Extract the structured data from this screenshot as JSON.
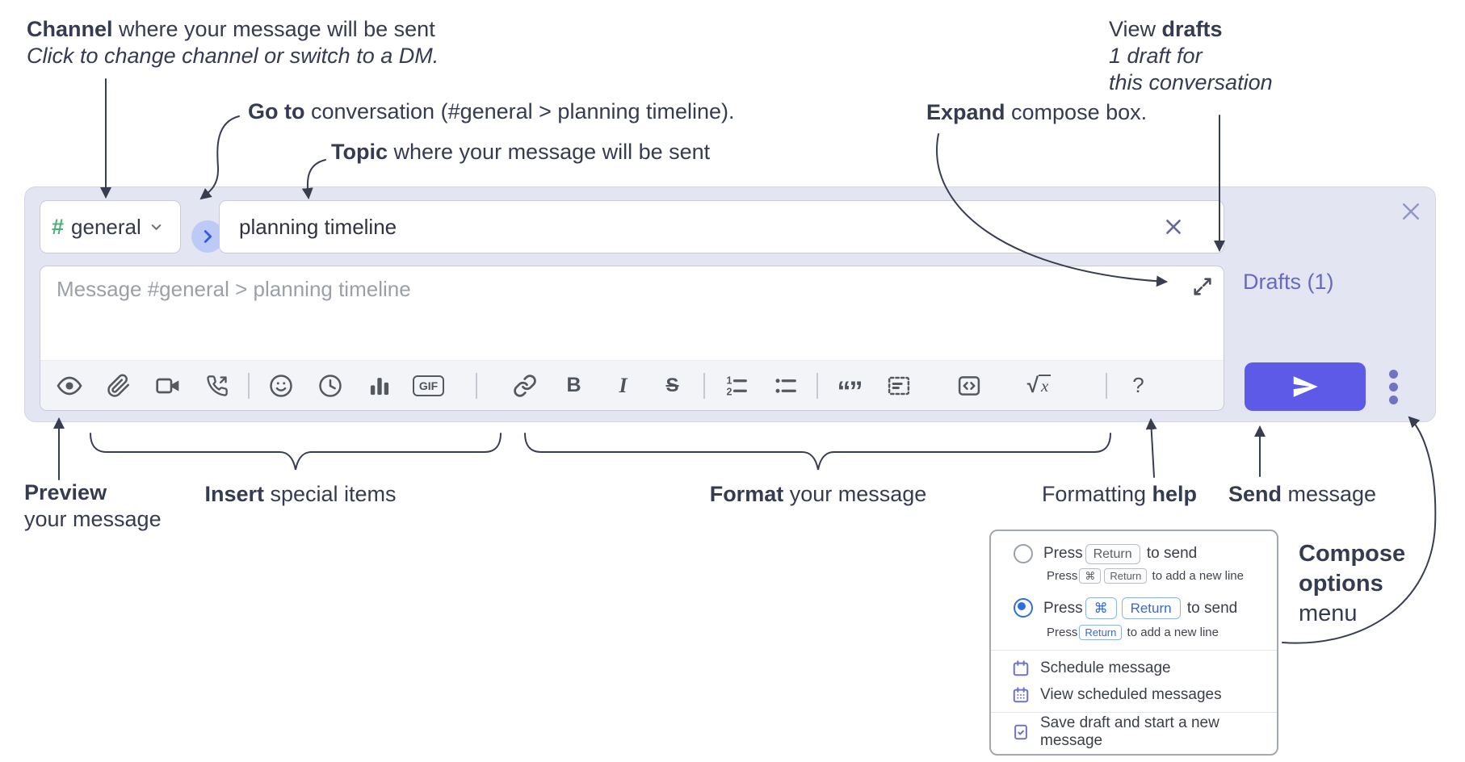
{
  "colors": {
    "accent_send": "#5d5ae8",
    "panel_lavender": "#e3e5f3",
    "drafts_link": "#686ac0",
    "channel_hash_green": "#4cb07a",
    "goto_circle": "#bdc9f6",
    "goto_chevron": "#2b5ce5",
    "key_chip_blue": "#3668d6",
    "annotation_text": "#353b50"
  },
  "ann": {
    "channel": {
      "b": "Channel",
      "r": " where your message will be sent",
      "i": "Click to change channel or switch to a DM."
    },
    "goto": {
      "b": "Go to",
      "r": " conversation (#general > planning timeline)."
    },
    "topic": {
      "b": "Topic",
      "r": " where your message will be sent"
    },
    "expand": {
      "b": "Expand",
      "r": " compose box."
    },
    "drafts": {
      "r": "View ",
      "b": "drafts",
      "i1": "1 draft for",
      "i2": "this conversation"
    },
    "preview": {
      "b": "Preview",
      "r": "your message"
    },
    "insert": {
      "b": "Insert",
      "r": " special items"
    },
    "format": {
      "b": "Format",
      "r": " your message"
    },
    "help": {
      "r": "Formatting ",
      "b": "help"
    },
    "send": {
      "b": "Send",
      "r": " message"
    },
    "compose_menu": {
      "b1": "Compose",
      "b2": "options",
      "r": "menu"
    }
  },
  "compose": {
    "channel": {
      "hash": "#",
      "name": "general"
    },
    "topic": {
      "value": "planning timeline"
    },
    "message": {
      "placeholder": "Message #general > planning timeline"
    },
    "drafts_link": "Drafts (1)",
    "toolbar": {
      "icons": [
        "preview",
        "attach-file",
        "start-video-call",
        "start-voice-call",
        "emoji",
        "time",
        "poll",
        "gif",
        "link",
        "bold",
        "italic",
        "strikethrough",
        "numbered-list",
        "bulleted-list",
        "quote",
        "spoiler",
        "code",
        "math",
        "help"
      ]
    },
    "glyphs": {
      "bold": "B",
      "italic": "I",
      "strike": "S",
      "gif": "GIF",
      "help": "?",
      "sqrt": "√",
      "x": "x",
      "one": "1",
      "two": "2",
      "quote": "“”"
    }
  },
  "menu": {
    "opt1": {
      "press": "Press",
      "key1": "Return",
      "tail": "to send",
      "sub": {
        "press": "Press",
        "k1": "⌘",
        "k2": "Return",
        "tail": "to add a new line"
      }
    },
    "opt2": {
      "press": "Press",
      "k1": "⌘",
      "k2": "Return",
      "tail": "to send",
      "sub": {
        "press": "Press",
        "k1": "Return",
        "tail": "to add a new line"
      }
    },
    "item1": "Schedule message",
    "item2": "View scheduled messages",
    "item3": "Save draft and start a new message"
  }
}
